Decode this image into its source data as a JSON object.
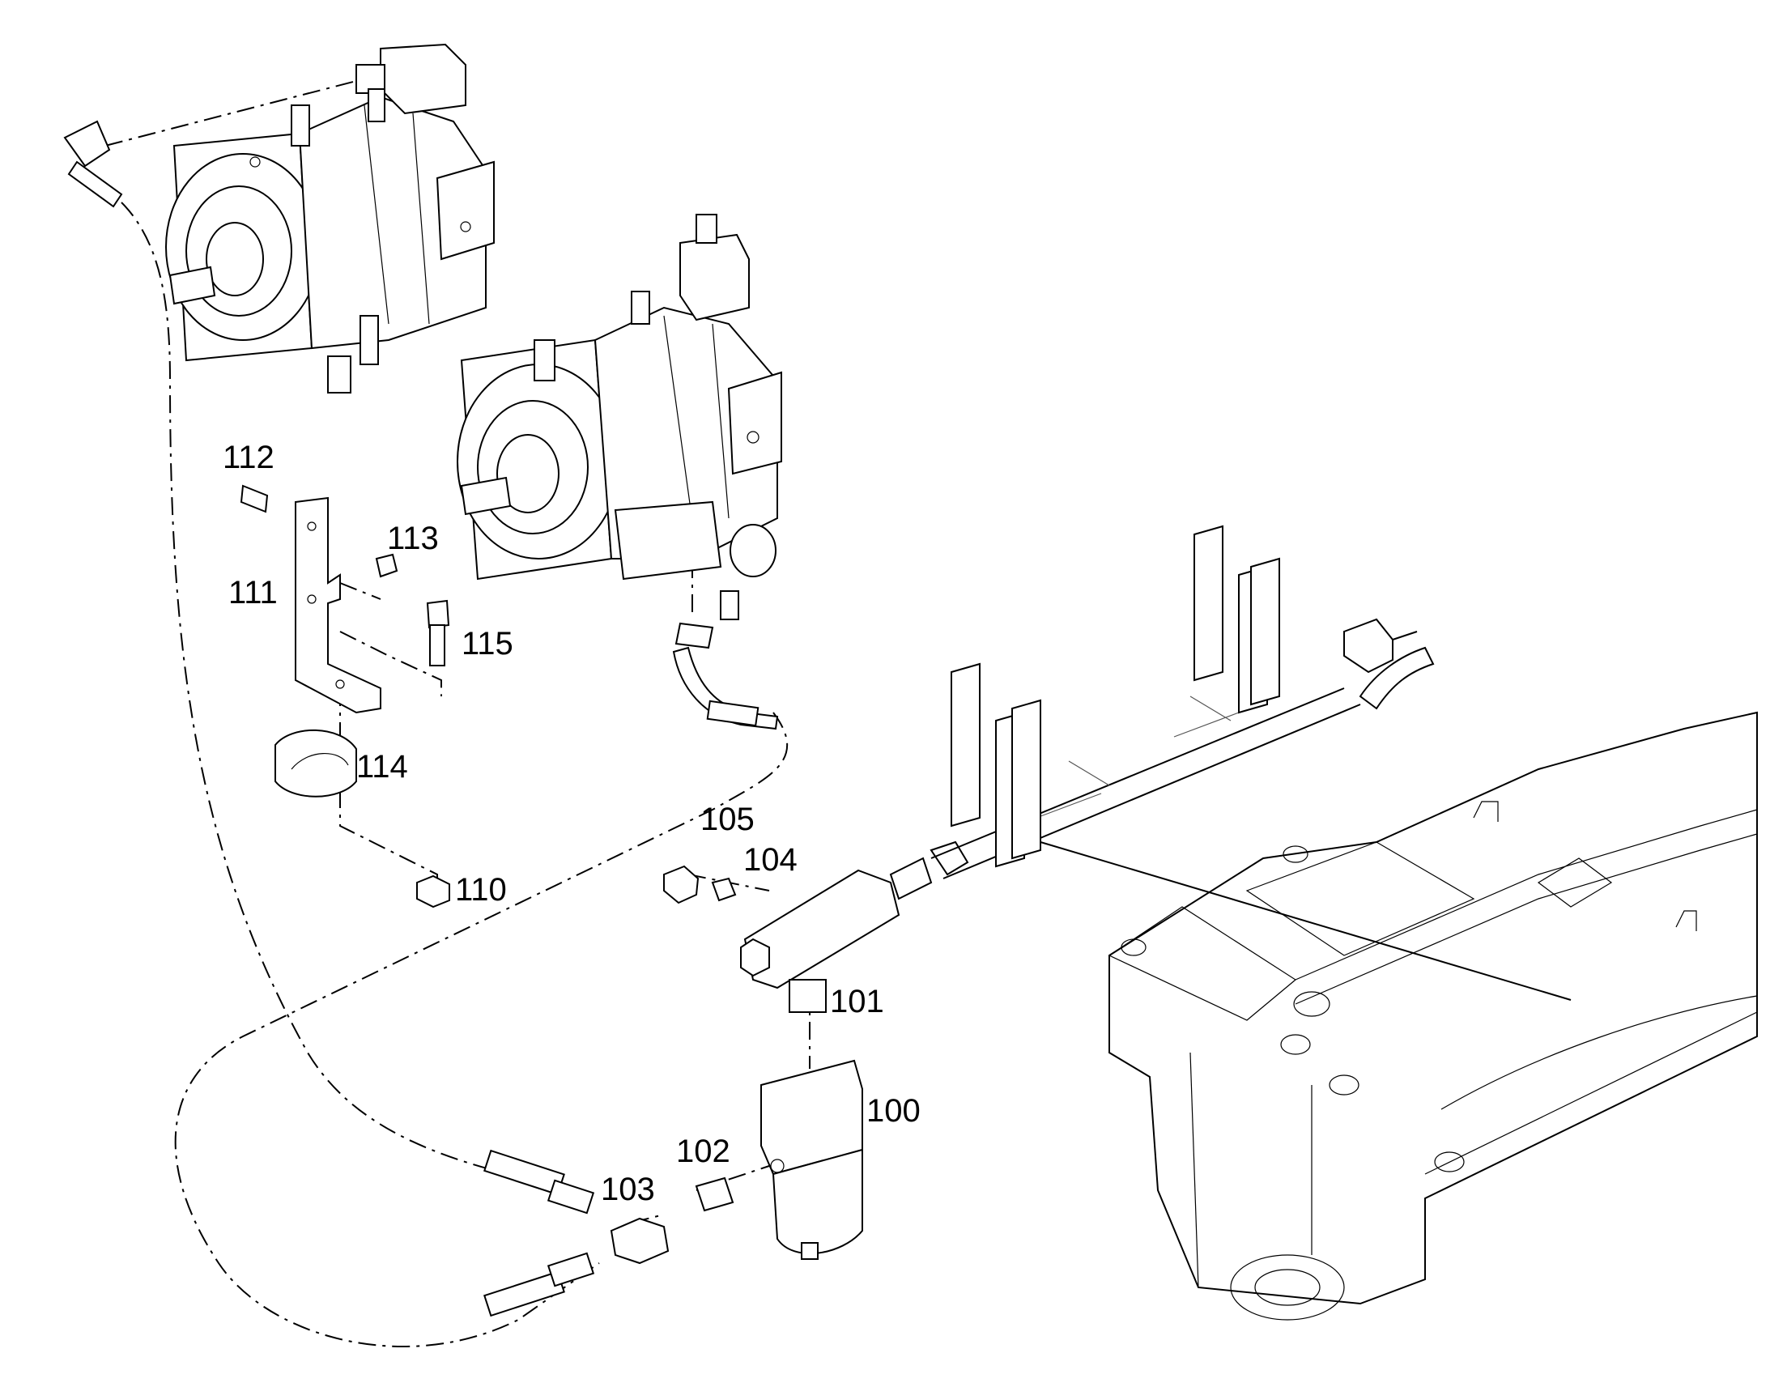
{
  "callouts": [
    {
      "id": "lbl-100",
      "text": "100"
    },
    {
      "id": "lbl-101",
      "text": "101"
    },
    {
      "id": "lbl-102",
      "text": "102"
    },
    {
      "id": "lbl-103",
      "text": "103"
    },
    {
      "id": "lbl-104",
      "text": "104"
    },
    {
      "id": "lbl-105",
      "text": "105"
    },
    {
      "id": "lbl-110",
      "text": "110"
    },
    {
      "id": "lbl-111",
      "text": "111"
    },
    {
      "id": "lbl-112",
      "text": "112"
    },
    {
      "id": "lbl-113",
      "text": "113"
    },
    {
      "id": "lbl-114",
      "text": "114"
    },
    {
      "id": "lbl-115",
      "text": "115"
    }
  ]
}
